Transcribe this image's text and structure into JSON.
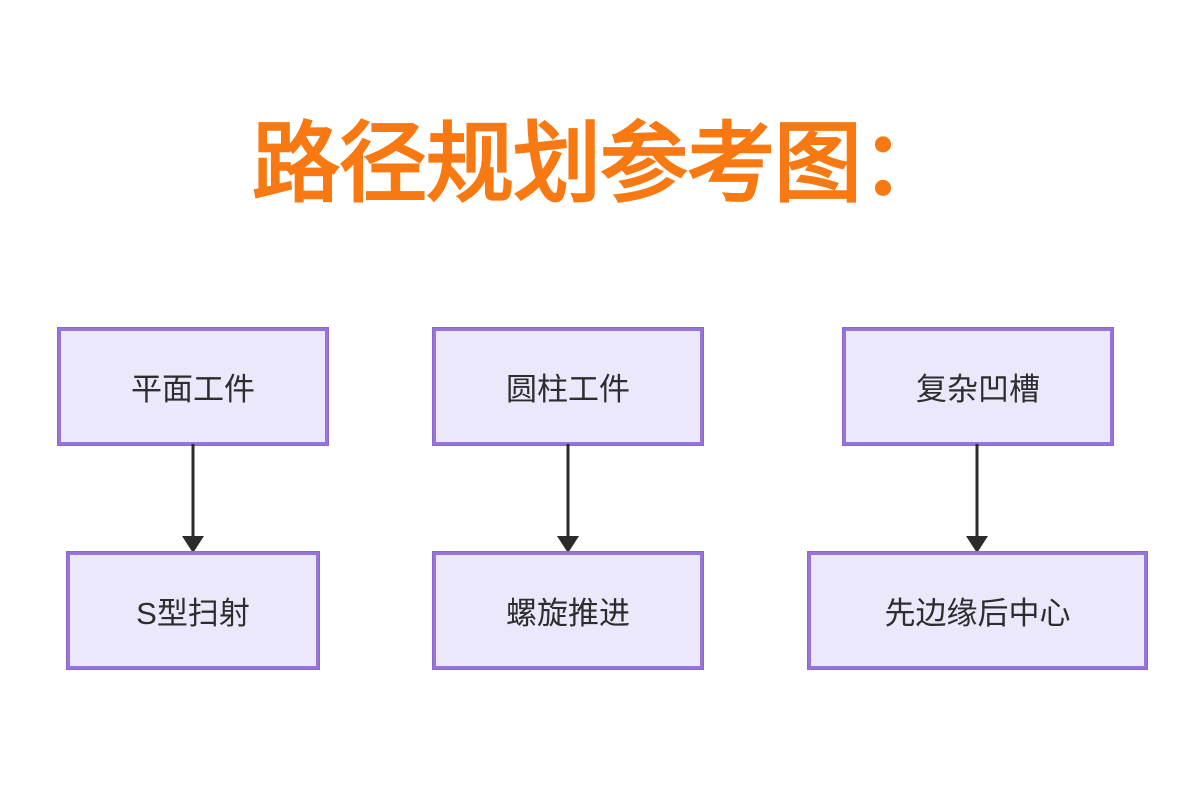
{
  "title": {
    "text": "路径规划参考图：",
    "color": "#f87912"
  },
  "colors": {
    "background": "#ffffff",
    "box_fill": "#ece8fb",
    "box_border": "#9674d9",
    "box_text": "#2d2d2d",
    "arrow": "#2b2b2b"
  },
  "flows": [
    {
      "source": "平面工件",
      "target": "S型扫射"
    },
    {
      "source": "圆柱工件",
      "target": "螺旋推进"
    },
    {
      "source": "复杂凹槽",
      "target": "先边缘后中心"
    }
  ]
}
